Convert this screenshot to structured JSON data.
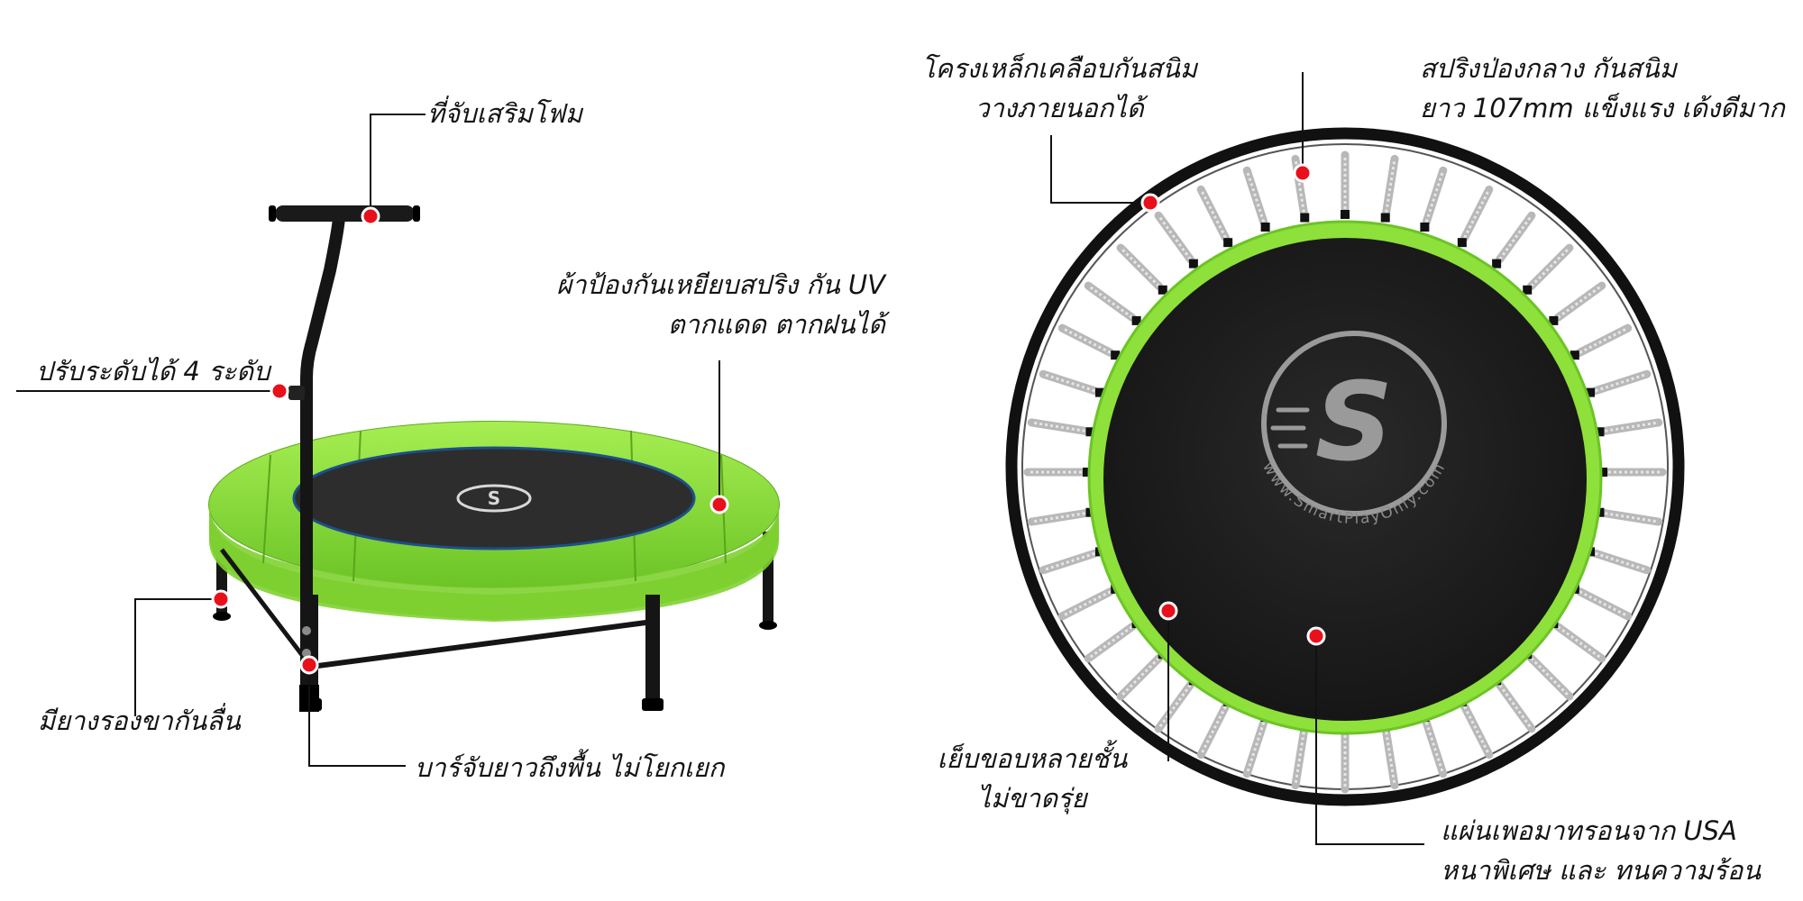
{
  "colors": {
    "pad_green": "#8ee03a",
    "pad_green_dark": "#5fb422",
    "mat_black": "#1a1a1a",
    "frame_black": "#111111",
    "spring_silver": "#b8b8b8",
    "marker_red": "#e8101a",
    "logo_grey": "#9a9a9a"
  },
  "logo": {
    "glyph": "S",
    "url_text": "www.SmartPlayOnly.com"
  },
  "left_view": {
    "handle_foam": "ที่จับเสริมโฟม",
    "adjustable": "ปรับระดับได้ 4 ระดับ",
    "spring_cover_line1": "ผ้าป้องกันเหยียบสปริง กัน UV",
    "spring_cover_line2": "ตากแดด ตากฝนได้",
    "rubber_feet": "มียางรองขากันลื่น",
    "bar_to_floor": "บาร์จับยาวถึงพื้น ไม่โยกเยก"
  },
  "right_view": {
    "frame_line1": "โครงเหล็กเคลือบกันสนิม",
    "frame_line2": "วางภายนอกได้",
    "spring_line1": "สปริงป่องกลาง กันสนิม",
    "spring_line2": "ยาว 107mm แข็งแรง เด้งดีมาก",
    "stitch_line1": "เย็บขอบหลายชั้น",
    "stitch_line2": "ไม่ขาดรุ่ย",
    "mat_line1": "แผ่นเพอมาทรอนจาก USA",
    "mat_line2": "หนาพิเศษ และ ทนความร้อน"
  }
}
